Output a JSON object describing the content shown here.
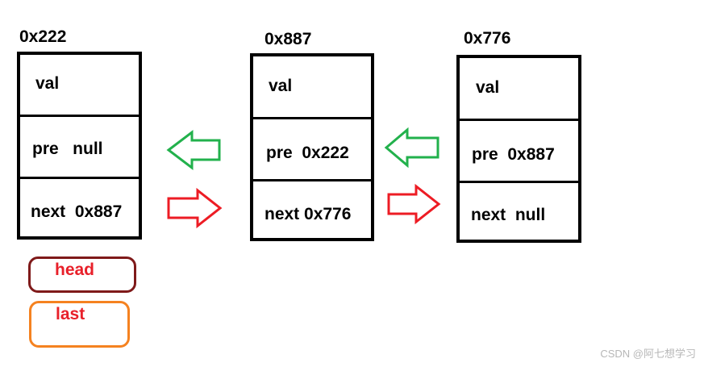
{
  "nodes": [
    {
      "address": "0x222",
      "fields": {
        "val": "val",
        "pre": "pre   null",
        "next": "next  0x887"
      }
    },
    {
      "address": "0x887",
      "fields": {
        "val": "val",
        "pre": "pre  0x222",
        "next": "next 0x776"
      }
    },
    {
      "address": "0x776",
      "fields": {
        "val": "val",
        "pre": "pre  0x887",
        "next": "next  null"
      }
    }
  ],
  "pointers": {
    "head": "head",
    "last": "last"
  },
  "colors": {
    "pre_arrow": "#22b14c",
    "next_arrow": "#ed1c24",
    "head_border": "#7f1a1a",
    "last_border": "#f58220",
    "label_text": "#e8202a"
  },
  "watermark": "CSDN @阿七想学习"
}
